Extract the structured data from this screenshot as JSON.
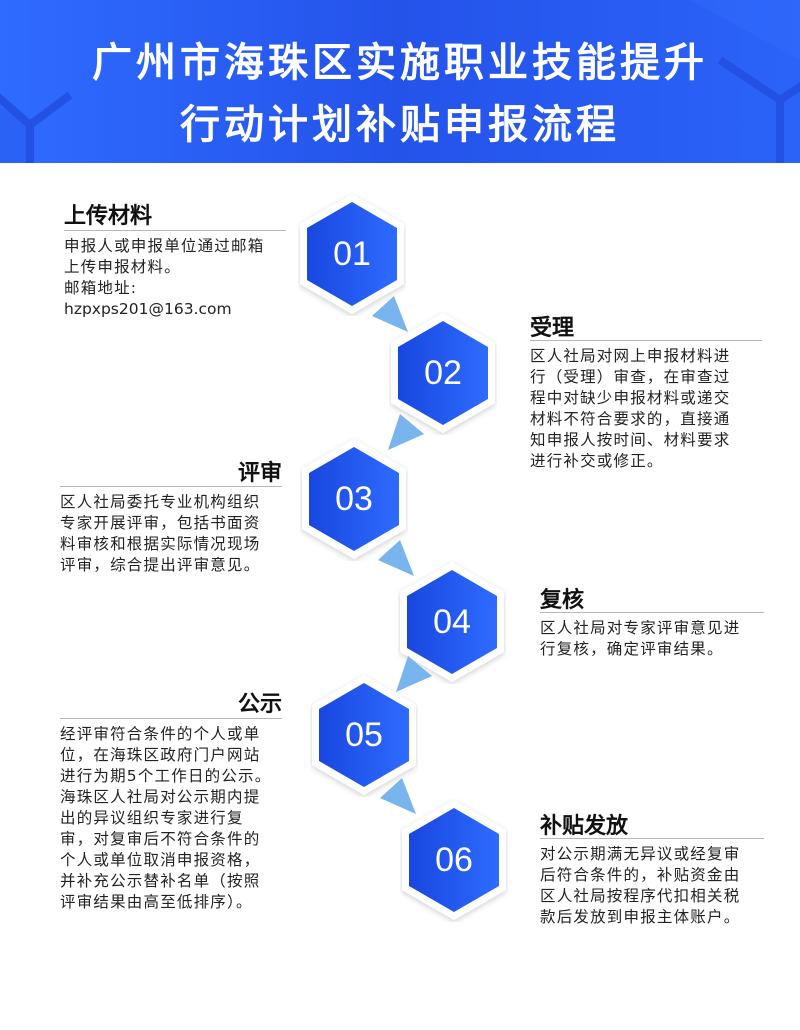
{
  "header": {
    "title_line1": "广州市海珠区实施职业技能提升",
    "title_line2": "行动计划补贴申报流程",
    "bg_color": "#2a5cf2"
  },
  "steps": [
    {
      "number": "01",
      "title": "上传材料",
      "desc_lines": [
        "申报人或申报单位通过邮箱",
        "上传申报材料。",
        "邮箱地址:",
        "hzpxps201@163.com"
      ]
    },
    {
      "number": "02",
      "title": "受理",
      "desc_lines": [
        "区人社局对网上申报材料进",
        "行（受理）审查，在审查过",
        "程中对缺少申报材料或递交",
        "材料不符合要求的，直接通",
        "知申报人按时间、材料要求",
        "进行补交或修正。"
      ]
    },
    {
      "number": "03",
      "title": "评审",
      "desc_lines": [
        "区人社局委托专业机构组织",
        "专家开展评审，包括书面资",
        "料审核和根据实际情况现场",
        "评审，综合提出评审意见。"
      ]
    },
    {
      "number": "04",
      "title": "复核",
      "desc_lines": [
        "区人社局对专家评审意见进",
        "行复核，确定评审结果。"
      ]
    },
    {
      "number": "05",
      "title": "公示",
      "desc_lines": [
        "经评审符合条件的个人或单",
        "位，在海珠区政府门户网站",
        "进行为期5个工作日的公示。",
        "海珠区人社局对公示期内提",
        "出的异议组织专家进行复",
        "审，对复审后不符合条件的",
        "个人或单位取消申报资格，",
        "并补充公示替补名单（按照",
        "评审结果由高至低排序）。"
      ]
    },
    {
      "number": "06",
      "title": "补贴发放",
      "desc_lines": [
        "对公示期满无异议或经复审",
        "后符合条件的，补贴资金由",
        "区人社局按程序代扣相关税",
        "款后发放到申报主体账户。"
      ]
    }
  ],
  "colors": {
    "hex_fill_start": "#1847e0",
    "hex_fill_end": "#2f6bff",
    "arrow": "#78b4ee",
    "rule": "#b7b7b7",
    "text": "#222222"
  }
}
